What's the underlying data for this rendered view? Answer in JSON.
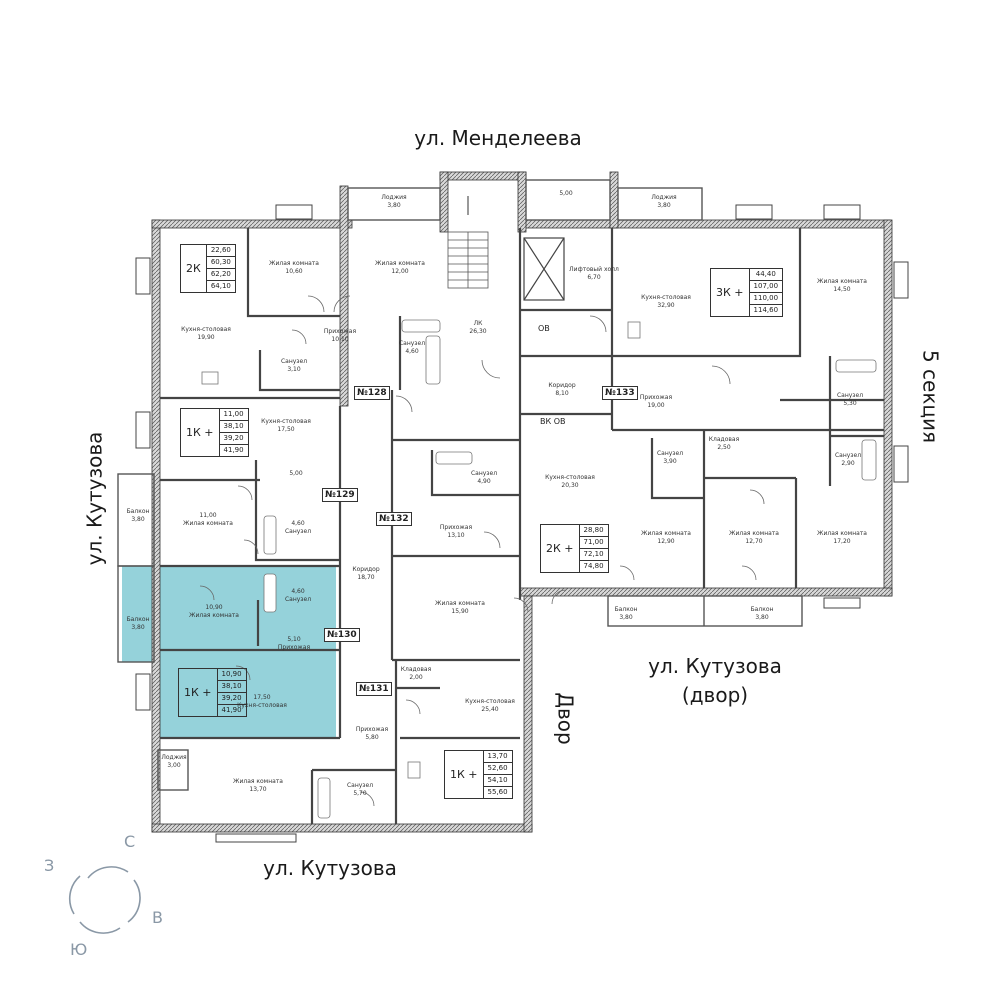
{
  "streets": {
    "top": "ул. Менделеева",
    "left": "ул. Кутузова",
    "bottom": "ул. Кутузова",
    "right_section": "5 секция",
    "yard_line1": "ул. Кутузова",
    "yard_line2": "(двор)",
    "yard": "Двор"
  },
  "compass": {
    "north": "С",
    "east": "В",
    "south": "Ю",
    "west": "З"
  },
  "highlight_color": "#95d2da",
  "apartments": [
    {
      "id": "2k-top-left",
      "type": "2К",
      "values": [
        "22,60",
        "60,30",
        "62,20",
        "64,10"
      ]
    },
    {
      "id": "1k-left-upper",
      "type": "1К +",
      "values": [
        "11,00",
        "38,10",
        "39,20",
        "41,90"
      ]
    },
    {
      "id": "1k-left-selected",
      "type": "1К +",
      "values": [
        "10,90",
        "38,10",
        "39,20",
        "41,90"
      ]
    },
    {
      "id": "1k-center-bottom",
      "type": "1К +",
      "values": [
        "13,70",
        "52,60",
        "54,10",
        "55,60"
      ]
    },
    {
      "id": "2k-center",
      "type": "2К +",
      "values": [
        "28,80",
        "71,00",
        "72,10",
        "74,80"
      ]
    },
    {
      "id": "3k-right",
      "type": "3К +",
      "values": [
        "44,40",
        "107,00",
        "110,00",
        "114,60"
      ]
    }
  ],
  "rooms": [
    {
      "name": "Лоджия",
      "area": "3,80"
    },
    {
      "name": "",
      "area": "5,00"
    },
    {
      "name": "Лоджия",
      "area": "3,80"
    },
    {
      "name": "Жилая комната",
      "area": "10,60"
    },
    {
      "name": "Жилая комната",
      "area": "12,00"
    },
    {
      "name": "Кухня-столовая",
      "area": "19,90"
    },
    {
      "name": "Прихожая",
      "area": "10,10"
    },
    {
      "name": "Санузел",
      "area": "4,60"
    },
    {
      "name": "Санузел",
      "area": "3,10"
    },
    {
      "name": "ЛК",
      "area": "26,30"
    },
    {
      "name": "Лифтовый холл",
      "area": "6,70"
    },
    {
      "name": "Кухня-столовая",
      "area": "32,90"
    },
    {
      "name": "Жилая комната",
      "area": "14,50"
    },
    {
      "name": "Коридор",
      "area": "8,10"
    },
    {
      "name": "Прихожая",
      "area": "19,00"
    },
    {
      "name": "Санузел",
      "area": "5,30"
    },
    {
      "name": "Кухня-столовая",
      "area": "17,50"
    },
    {
      "name": "Санузел",
      "area": "4,90"
    },
    {
      "name": "Кухня-столовая",
      "area": "20,30"
    },
    {
      "name": "Кладовая",
      "area": "2,50"
    },
    {
      "name": "Санузел",
      "area": "3,90"
    },
    {
      "name": "Санузел",
      "area": "2,90"
    },
    {
      "name": "",
      "area": "5,00"
    },
    {
      "name": "Балкон",
      "area": "3,80"
    },
    {
      "name": "Жилая комната",
      "area": "11,00"
    },
    {
      "name": "Санузел",
      "area": "4,60"
    },
    {
      "name": "Прихожая",
      "area": "13,10"
    },
    {
      "name": "Жилая комната",
      "area": "12,90"
    },
    {
      "name": "Жилая комната",
      "area": "12,70"
    },
    {
      "name": "Жилая комната",
      "area": "17,20"
    },
    {
      "name": "Коридор",
      "area": "18,70"
    },
    {
      "name": "Санузел",
      "area": "4,60"
    },
    {
      "name": "Балкон",
      "area": "3,80"
    },
    {
      "name": "Жилая комната",
      "area": "10,90"
    },
    {
      "name": "Прихожая",
      "area": "5,10"
    },
    {
      "name": "Жилая комната",
      "area": "15,90"
    },
    {
      "name": "Балкон",
      "area": "3,80"
    },
    {
      "name": "Балкон",
      "area": "3,80"
    },
    {
      "name": "Кладовая",
      "area": "2,00"
    },
    {
      "name": "Кухня-столовая",
      "area": "17,50"
    },
    {
      "name": "Кухня-столовая",
      "area": "25,40"
    },
    {
      "name": "Прихожая",
      "area": "5,80"
    },
    {
      "name": "Лоджия",
      "area": "3,00"
    },
    {
      "name": "Жилая комната",
      "area": "13,70"
    },
    {
      "name": "Санузел",
      "area": "5,70"
    }
  ],
  "apartment_numbers": [
    "№128",
    "№129",
    "№130",
    "№131",
    "№132",
    "№133"
  ],
  "technical": {
    "ov": "ОВ",
    "vk_ov": "ВК  ОВ"
  }
}
